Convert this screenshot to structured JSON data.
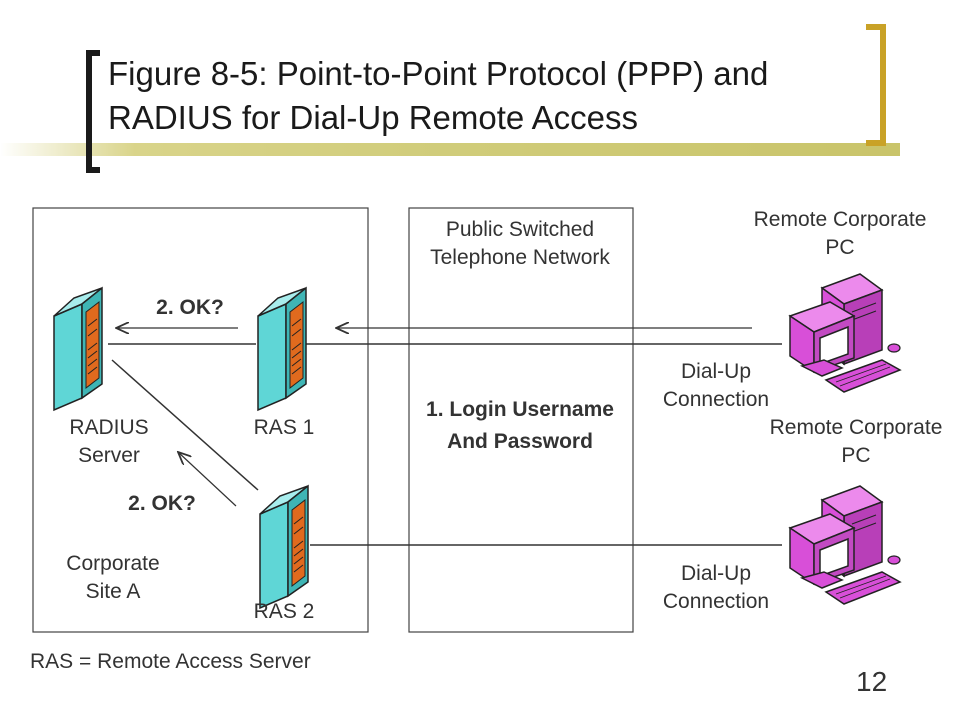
{
  "slide": {
    "title": "Figure 8-5: Point-to-Point Protocol (PPP) and RADIUS for Dial-Up Remote Access",
    "page_number": "12",
    "footnote": "RAS = Remote Access Server"
  },
  "diagram": {
    "corporate_site": {
      "label": "Corporate Site A"
    },
    "pstn": {
      "label": "Public Switched Telephone Network"
    },
    "radius_server": {
      "label": "RADIUS Server"
    },
    "ras1": {
      "label": "RAS 1"
    },
    "ras2": {
      "label": "RAS 2"
    },
    "pc1": {
      "label": "Remote Corporate PC"
    },
    "pc2": {
      "label": "Remote Corporate PC"
    },
    "connection1": {
      "label": "Dial-Up Connection"
    },
    "connection2": {
      "label": "Dial-Up Connection"
    },
    "step1": {
      "label": "1. Login Username And Password"
    },
    "step2a": {
      "label": "2. OK?"
    },
    "step2b": {
      "label": "2. OK?"
    }
  },
  "colors": {
    "accent_gold": "#c9a227",
    "bracket_dark": "#1a1a1a",
    "server_teal": "#5fd6d6",
    "server_orange": "#e06a1e",
    "pc_magenta": "#d84fd8"
  }
}
